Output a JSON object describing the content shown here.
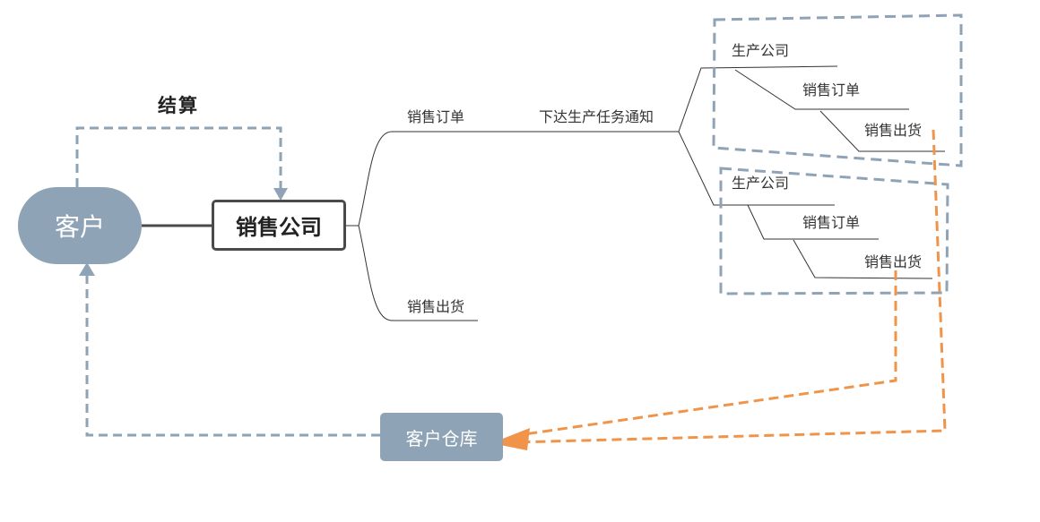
{
  "colors": {
    "node_fill": "#8ea3b5",
    "dashed_gray": "#8ea3b5",
    "dashed_orange": "#f0944a",
    "tree_line": "#333333"
  },
  "nodes": {
    "customer": "客户",
    "sales_company": "销售公司",
    "customer_warehouse": "客户仓库"
  },
  "edge_labels": {
    "settlement": "结算"
  },
  "branches": {
    "sales_order": "销售订单",
    "production_notice": "下达生产任务通知",
    "sales_shipment": "销售出货"
  },
  "production_groups": [
    {
      "company": "生产公司",
      "order": "销售订单",
      "shipment": "销售出货"
    },
    {
      "company": "生产公司",
      "order": "销售订单",
      "shipment": "销售出货"
    }
  ]
}
